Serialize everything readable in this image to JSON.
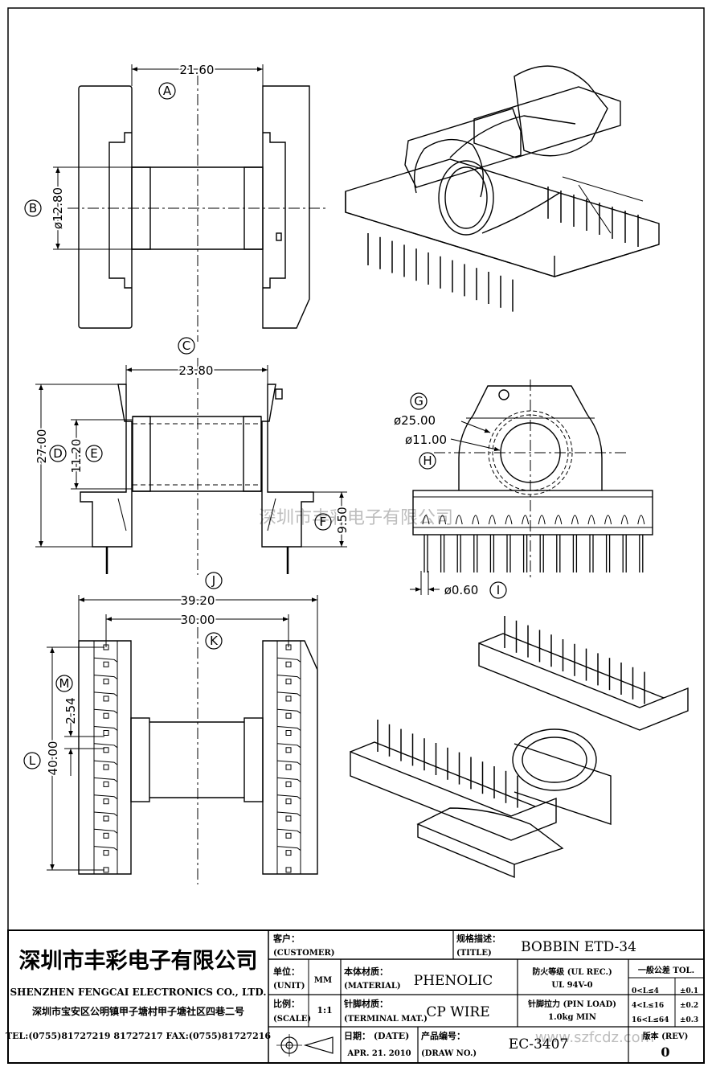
{
  "dimensions": {
    "top_width": "21.60",
    "top_bore_dia": "ø12.80",
    "side_width": "23.80",
    "side_height": "27.00",
    "side_inner_height": "11.20",
    "side_pin_height": "9.50",
    "bottom_outer_width": "39.20",
    "bottom_row_spacing": "30.00",
    "pin_pitch": "2.54",
    "bottom_length": "40.00",
    "front_flange_dia": "ø25.00",
    "front_bore_dia": "ø11.00",
    "pin_dia": "ø0.60"
  },
  "callouts": {
    "a": "A",
    "b": "B",
    "c": "C",
    "d": "D",
    "e": "E",
    "f": "F",
    "g": "G",
    "h": "H",
    "i": "I",
    "j": "J",
    "k": "K",
    "l": "L",
    "m": "M"
  },
  "watermark": {
    "center": "深圳市丰彩电子有限公司",
    "corner": "www.szfcdz.com"
  },
  "title_block": {
    "company_cn": "深圳市丰彩电子有限公司",
    "company_en": "SHENZHEN FENGCAI ELECTRONICS CO., LTD.",
    "address": "深圳市宝安区公明镇甲子塘村甲子塘社区四巷二号",
    "contact": "TEL:(0755)81727219   81727217    FAX:(0755)81727216",
    "customer_label": "客户：",
    "customer_label_en": "(CUSTOMER)",
    "title_label": "规格描述：",
    "title_label_en": "(TITLE)",
    "title_value": "BOBBIN ETD-34",
    "unit_label": "单位：",
    "unit_label_en": "(UNIT)",
    "unit_value": "MM",
    "material_label": "本体材质：",
    "material_label_en": "(MATERIAL)",
    "material_value": "PHENOLIC",
    "flame_label": "防火等级 (UL REC.)",
    "flame_value": "UL 94V-0",
    "tolerance_label": "一般公差 TOL.",
    "tol_rows": [
      {
        "range": "0<L≤4",
        "value": "±0.1"
      },
      {
        "range": "4<L≤16",
        "value": "±0.2"
      },
      {
        "range": "16<L≤64",
        "value": "±0.3"
      }
    ],
    "scale_label": "比例：",
    "scale_label_en": "(SCALE)",
    "scale_value": "1:1",
    "terminal_label": "针脚材质：",
    "terminal_label_en": "(TERMINAL MAT.)",
    "terminal_value": "CP WIRE",
    "pinload_label": "针脚拉力 (PIN LOAD)",
    "pinload_value": "1.0kg MIN",
    "date_label": "日期： (DATE)",
    "date_value": "APR. 21. 2010",
    "drawno_label": "产品编号：",
    "drawno_label_en": "(DRAW NO.)",
    "drawno_value": "EC-3407",
    "rev_label": "版本 (REV)",
    "rev_value": "0"
  }
}
